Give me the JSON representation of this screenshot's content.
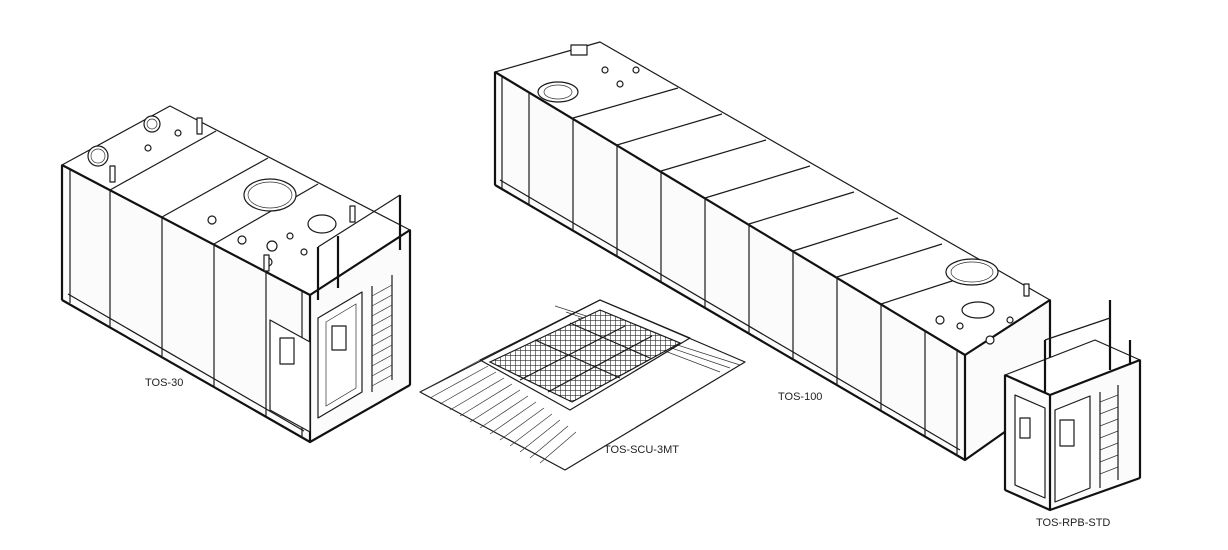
{
  "diagram": {
    "items": [
      {
        "id": "tos30",
        "label": "TOS-30"
      },
      {
        "id": "scu",
        "label": "TOS-SCU-3MT"
      },
      {
        "id": "tos100",
        "label": "TOS-100"
      },
      {
        "id": "rpb",
        "label": "TOS-RPB-STD"
      }
    ]
  },
  "colors": {
    "line": "#1a1a1a",
    "background": "#ffffff",
    "grating": "#3a3a3a"
  }
}
